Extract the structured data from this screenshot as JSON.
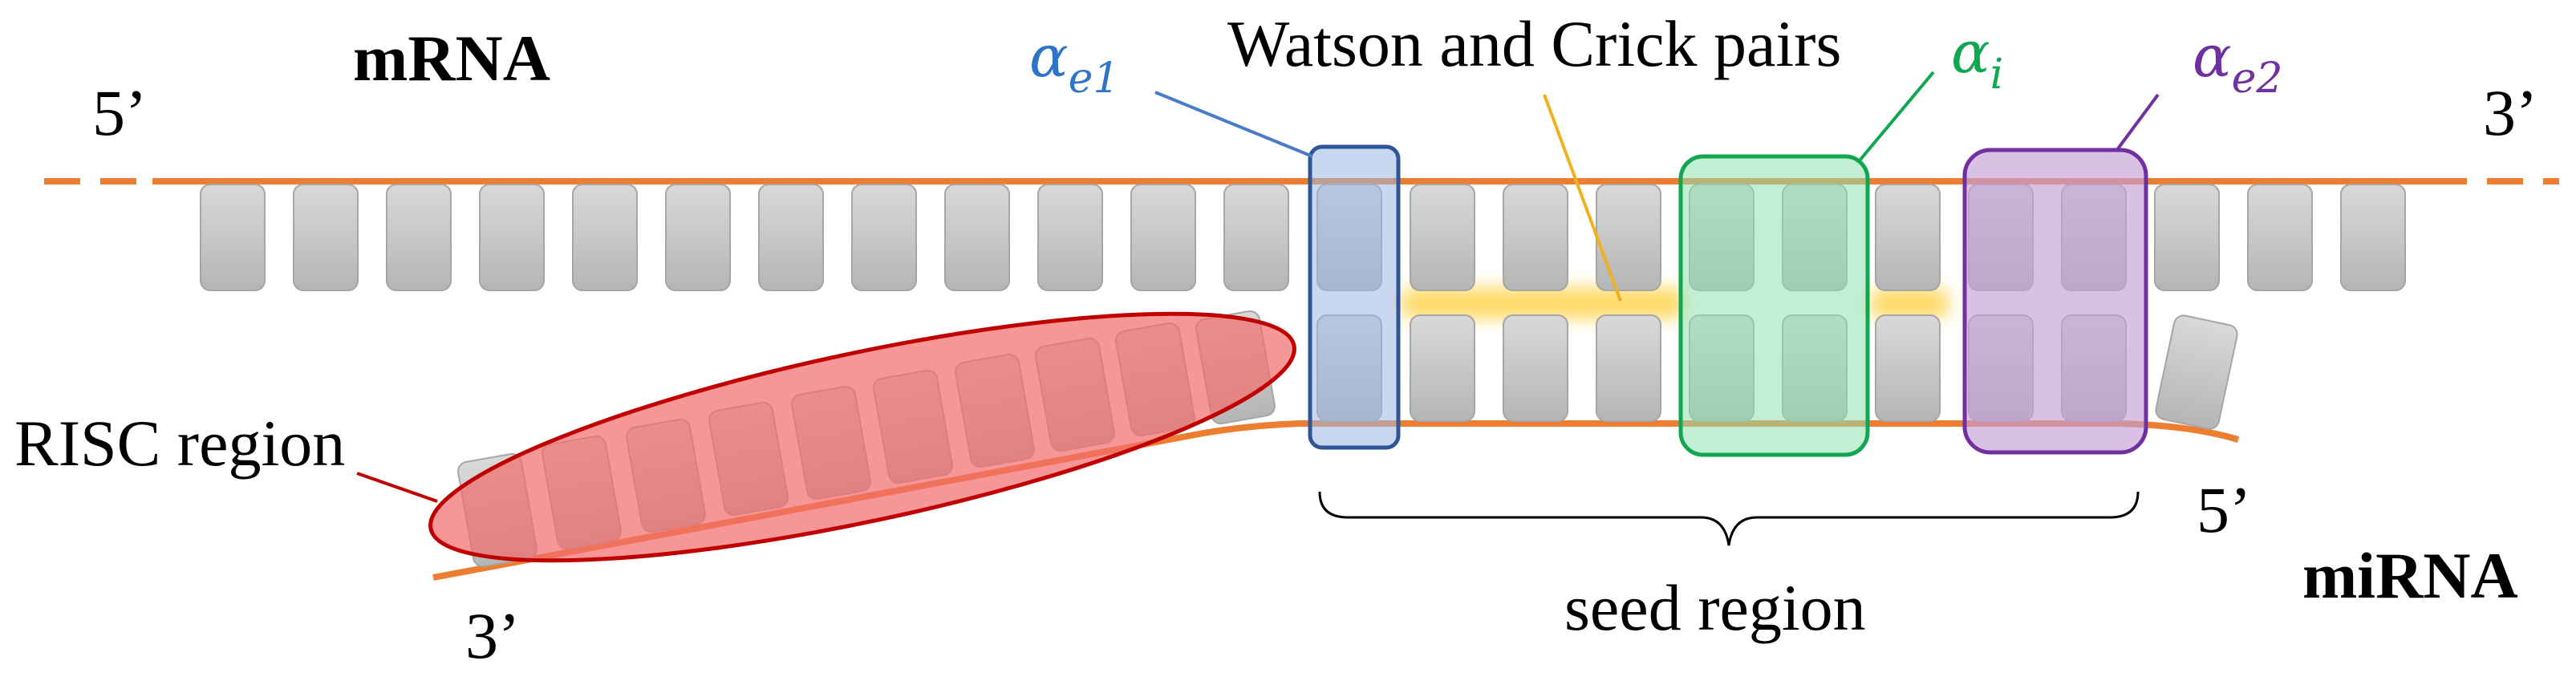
{
  "labels": {
    "mrna": "mRNA",
    "mirna": "miRNA",
    "mrna_5prime": "5’",
    "mrna_3prime": "3’",
    "mirna_5prime": "5’",
    "mirna_3prime": "3’",
    "watson_crick": "Watson and Crick pairs",
    "risc_region": "RISC region",
    "seed_region": "seed region"
  },
  "alpha_labels": {
    "symbol": "α",
    "e1": {
      "sub": "e1",
      "color": "#2E75C8"
    },
    "i": {
      "sub": "i",
      "color": "#11A650"
    },
    "e2": {
      "sub": "e2",
      "color": "#7030A0"
    }
  },
  "colors": {
    "strand": "#ED7D31",
    "nucleotide": "#C8C8C8",
    "risc_fill": "#F36D6D",
    "risc_stroke": "#C00000",
    "pair_glow": "#FFD75A",
    "watson_line": "#F0B020"
  }
}
